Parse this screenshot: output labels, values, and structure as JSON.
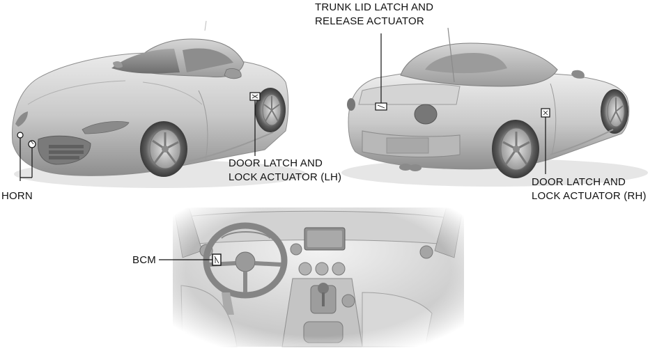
{
  "labels": {
    "trunk_lid": [
      "TRUNK LID LATCH AND",
      "RELEASE ACTUATOR"
    ],
    "door_lh": [
      "DOOR LATCH AND",
      "LOCK ACTUATOR (LH)"
    ],
    "door_rh": [
      "DOOR LATCH AND",
      "LOCK ACTUATOR (RH)"
    ],
    "horn": "HORN",
    "bcm": "BCM"
  },
  "colors": {
    "body_light": "#e9e9e9",
    "body_mid": "#bdbdbd",
    "body_dark": "#7a7a7a",
    "line": "#111111"
  }
}
